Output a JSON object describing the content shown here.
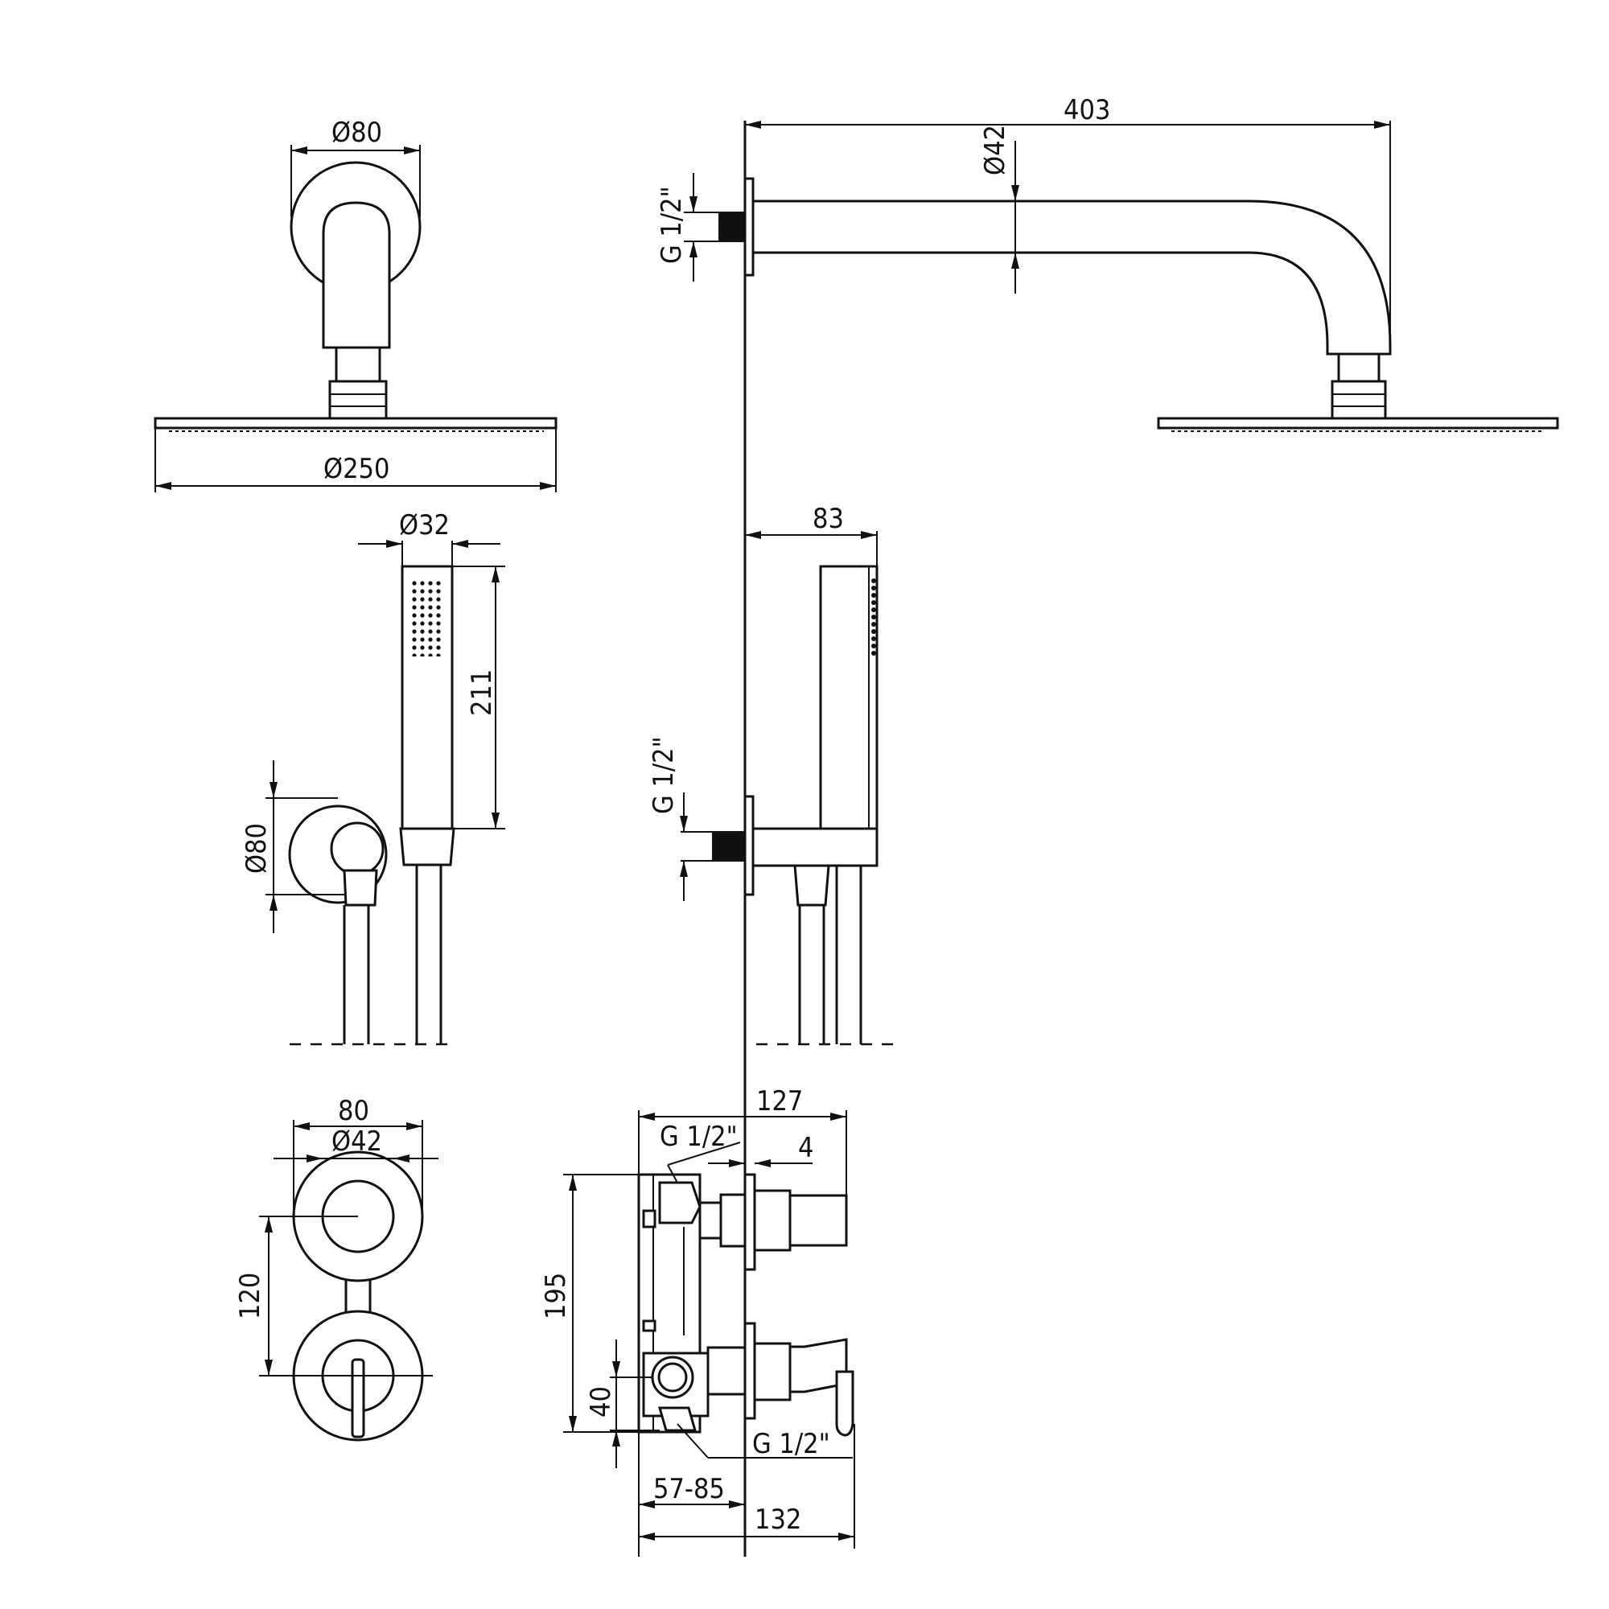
{
  "labels": {
    "head_dia": "Ø80",
    "plate_dia": "Ø250",
    "arm_length": "403",
    "arm_dia": "Ø42",
    "thread_top": "G 1/2\"",
    "hand_dia": "Ø32",
    "hand_len": "211",
    "holder_dia": "Ø80",
    "holder_proj": "83",
    "thread_mid": "G 1/2\"",
    "mixer_width": "80",
    "mixer_dia": "Ø42",
    "mixer_spacing": "120",
    "depth_127": "127",
    "thread_mixer_top": "G 1/2\"",
    "offset_4": "4",
    "height_195": "195",
    "height_40": "40",
    "thread_mixer_bottom": "G 1/2\"",
    "depth_range": "57-85",
    "depth_132": "132"
  }
}
